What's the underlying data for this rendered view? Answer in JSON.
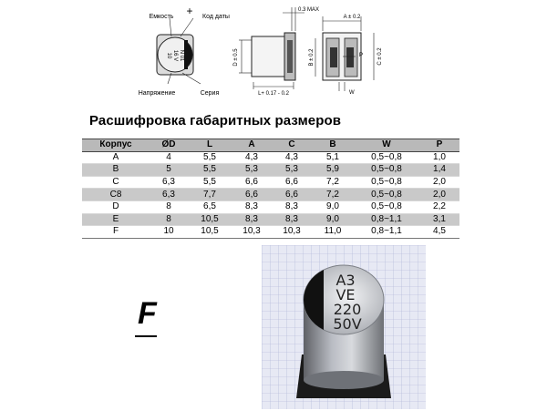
{
  "diagram": {
    "labels": {
      "capacity": "Емкость",
      "plus": "+",
      "date_code": "Код даты",
      "voltage": "Напряжение",
      "series": "Серия",
      "cap_marking": [
        "10",
        "16 V",
        "N 01"
      ],
      "d_dim": "D ± 0.5",
      "max_03": "0.3 MAX",
      "l_dim": "L+ 0.17 - 0.2",
      "a_dim": "A ± 0.2",
      "b_dim": "B ± 0.2",
      "c_dim": "C ± 0.2",
      "p_dim": "P",
      "w_dim": "W"
    }
  },
  "section_title": "Расшифровка габаритных размеров",
  "table": {
    "headers": [
      "Корпус",
      "ØD",
      "L",
      "A",
      "C",
      "B",
      "W",
      "P"
    ],
    "rows": [
      [
        "A",
        "4",
        "5,5",
        "4,3",
        "4,3",
        "5,1",
        "0,5~0,8",
        "1,0"
      ],
      [
        "B",
        "5",
        "5,5",
        "5,3",
        "5,3",
        "5,9",
        "0,5~0,8",
        "1,4"
      ],
      [
        "C",
        "6,3",
        "5,5",
        "6,6",
        "6,6",
        "7,2",
        "0,5~0,8",
        "2,0"
      ],
      [
        "C8",
        "6,3",
        "7,7",
        "6,6",
        "6,6",
        "7,2",
        "0,5~0,8",
        "2,0"
      ],
      [
        "D",
        "8",
        "6,5",
        "8,3",
        "8,3",
        "9,0",
        "0,5~0,8",
        "2,2"
      ],
      [
        "E",
        "8",
        "10,5",
        "8,3",
        "8,3",
        "9,0",
        "0,8~1,1",
        "3,1"
      ],
      [
        "F",
        "10",
        "10,5",
        "10,3",
        "10,3",
        "11,0",
        "0,8~1,1",
        "4,5"
      ]
    ],
    "shaded_rows": [
      1,
      3,
      5
    ]
  },
  "package_letter": "F",
  "photo": {
    "marking": [
      "A3",
      "VE",
      "220",
      "50V"
    ]
  },
  "colors": {
    "header_bg": "#b9b9b9",
    "shade_bg": "#c9c9c9",
    "grid_bg": "#e7e9f4",
    "grid_line": "#aab0d3"
  }
}
